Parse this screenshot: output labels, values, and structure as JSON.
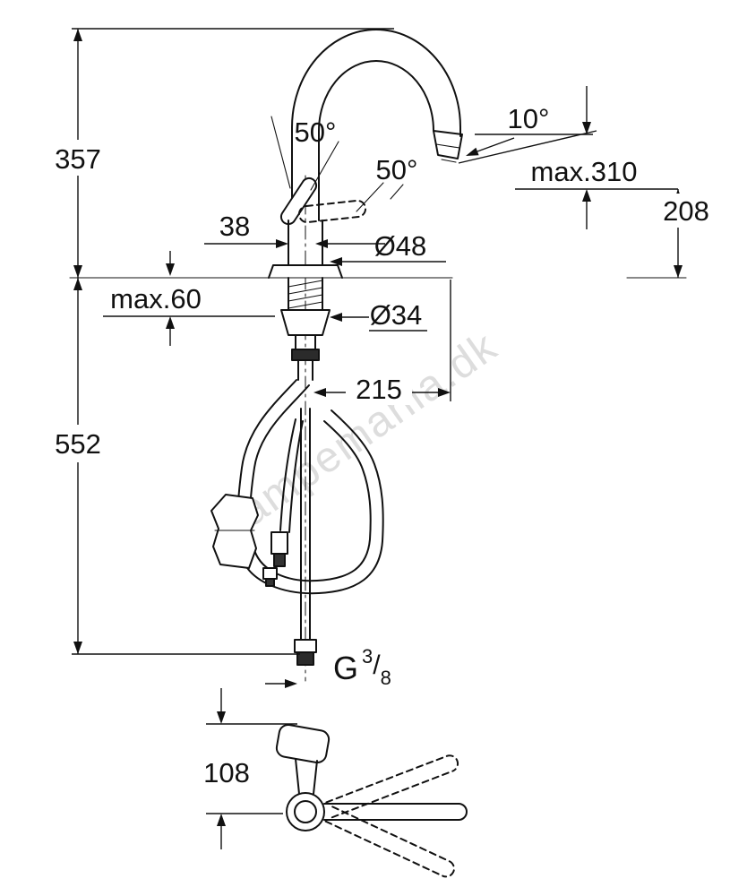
{
  "watermark": "lampemania.dk",
  "dims": {
    "total_height": "357",
    "under_counter": "552",
    "handle_angle_upper": "50°",
    "handle_angle_lower": "50°",
    "head_tilt": "10°",
    "max_height": "max.310",
    "outlet_height": "208",
    "handle_offset": "38",
    "base_diameter": "Ø48",
    "deck_thickness": "max.60",
    "shank_diameter": "Ø34",
    "projection": "215",
    "thread": {
      "prefix": "G",
      "numerator": "3",
      "slash": "/",
      "denominator": "8"
    },
    "base_front": "108"
  }
}
